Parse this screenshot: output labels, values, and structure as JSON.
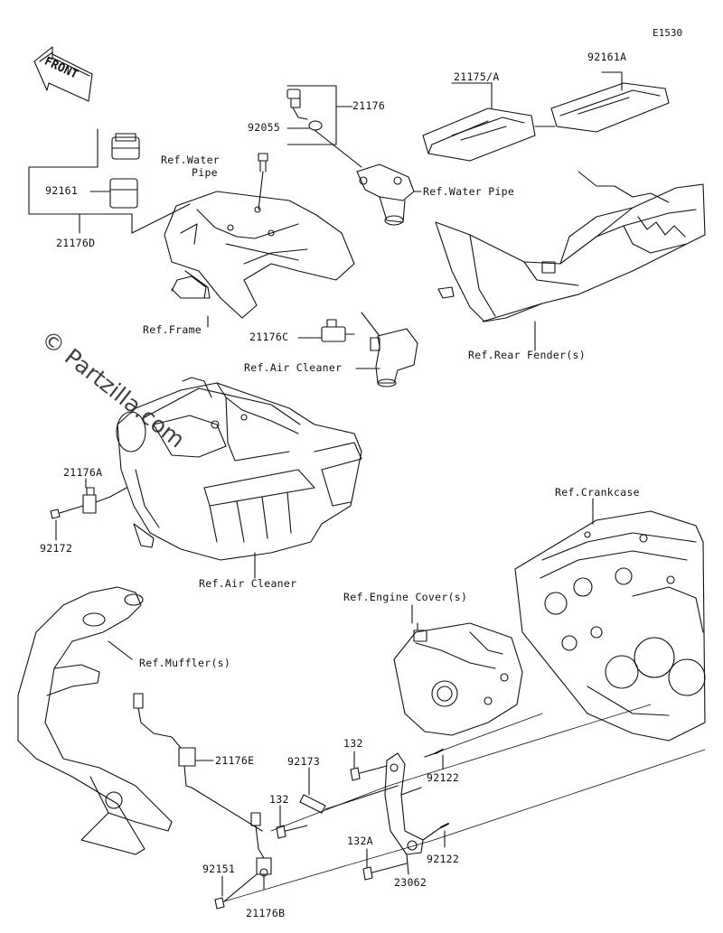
{
  "diagram_code": "E1530",
  "front_label": "FRONT",
  "watermark": "© Partzilla.com",
  "labels": {
    "l21176": "21176",
    "l92055": "92055",
    "l92161": "92161",
    "l21176D": "21176D",
    "refWaterPipe1": "Ref.Water",
    "refWaterPipe1b": "Pipe",
    "refWaterPipe2": "Ref.Water Pipe",
    "l21175A": "21175/A",
    "l92161A": "92161A",
    "refFrame": "Ref.Frame",
    "l21176C": "21176C",
    "refAirCleaner1": "Ref.Air Cleaner",
    "refRearFender": "Ref.Rear Fender(s)",
    "l21176A": "21176A",
    "l92172": "92172",
    "refAirCleaner2": "Ref.Air Cleaner",
    "refCrankcase": "Ref.Crankcase",
    "refEngineCover": "Ref.Engine Cover(s)",
    "refMuffler": "Ref.Muffler(s)",
    "l21176E": "21176E",
    "l132a": "132",
    "l92173": "92173",
    "l92122a": "92122",
    "l132b": "132",
    "l132A": "132A",
    "l92122b": "92122",
    "l92151": "92151",
    "l23062": "23062",
    "l21176B": "21176B"
  }
}
